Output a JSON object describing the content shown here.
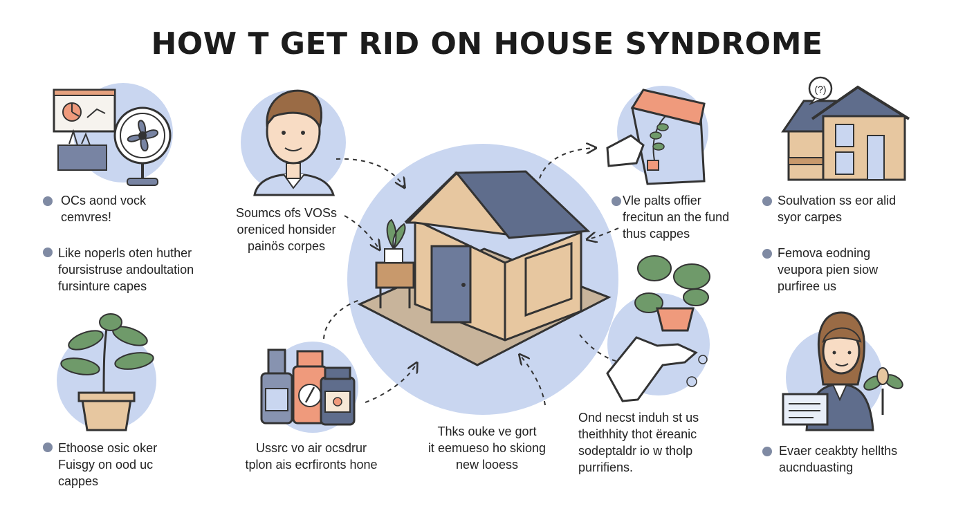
{
  "title": "HOW T GET RID ON HOUSE SYNDROME",
  "colors": {
    "circle": "#c9d6f0",
    "roof": "#5f6d8c",
    "wall": "#e7c7a0",
    "leaf": "#6f9a6a",
    "pot": "#f0a083",
    "accent": "#ef9a7c"
  },
  "left": {
    "item1": "OCs aond vock\n  cemvres!",
    "item2": "Like noperls oten huther\nfoursistruse andoultation\nfursinture capes",
    "item3": "Ethoose osic oker\nFuisgy on ood uc\ncappes"
  },
  "center": {
    "person_caption": "Soumcs ofs VOSs\noreniced honsider\npainös corpes",
    "bottles_caption": "Ussrc vo air ocsdrur\ntplon ais ecrfironts hone",
    "house_caption": "Thks ouke ve gort\nit eemueso ho skiong\nnew looess"
  },
  "right": {
    "bag_caption": "Vle palts offier\nfrecitun an the fund\nthus cappes",
    "hand_caption": "Ond necst induh st us\ntheithhity thot ëreanic\nsodeptaldr io w tholp\npurrifiens.",
    "item1": "Soulvation ss eor alid\nsyor carpes",
    "item2": "Femova eodning\nveupora pien siow\npurfiree us",
    "item3": "Evaer ceakbty hellths\naucnduasting",
    "sign_text": "(?)"
  },
  "icons": [
    "presentation-board-icon",
    "fan-icon",
    "person-man-icon",
    "house-icon",
    "plant-icon",
    "bag-icon",
    "house-two-story-icon",
    "bottles-icon",
    "hand-icon",
    "person-woman-icon"
  ]
}
